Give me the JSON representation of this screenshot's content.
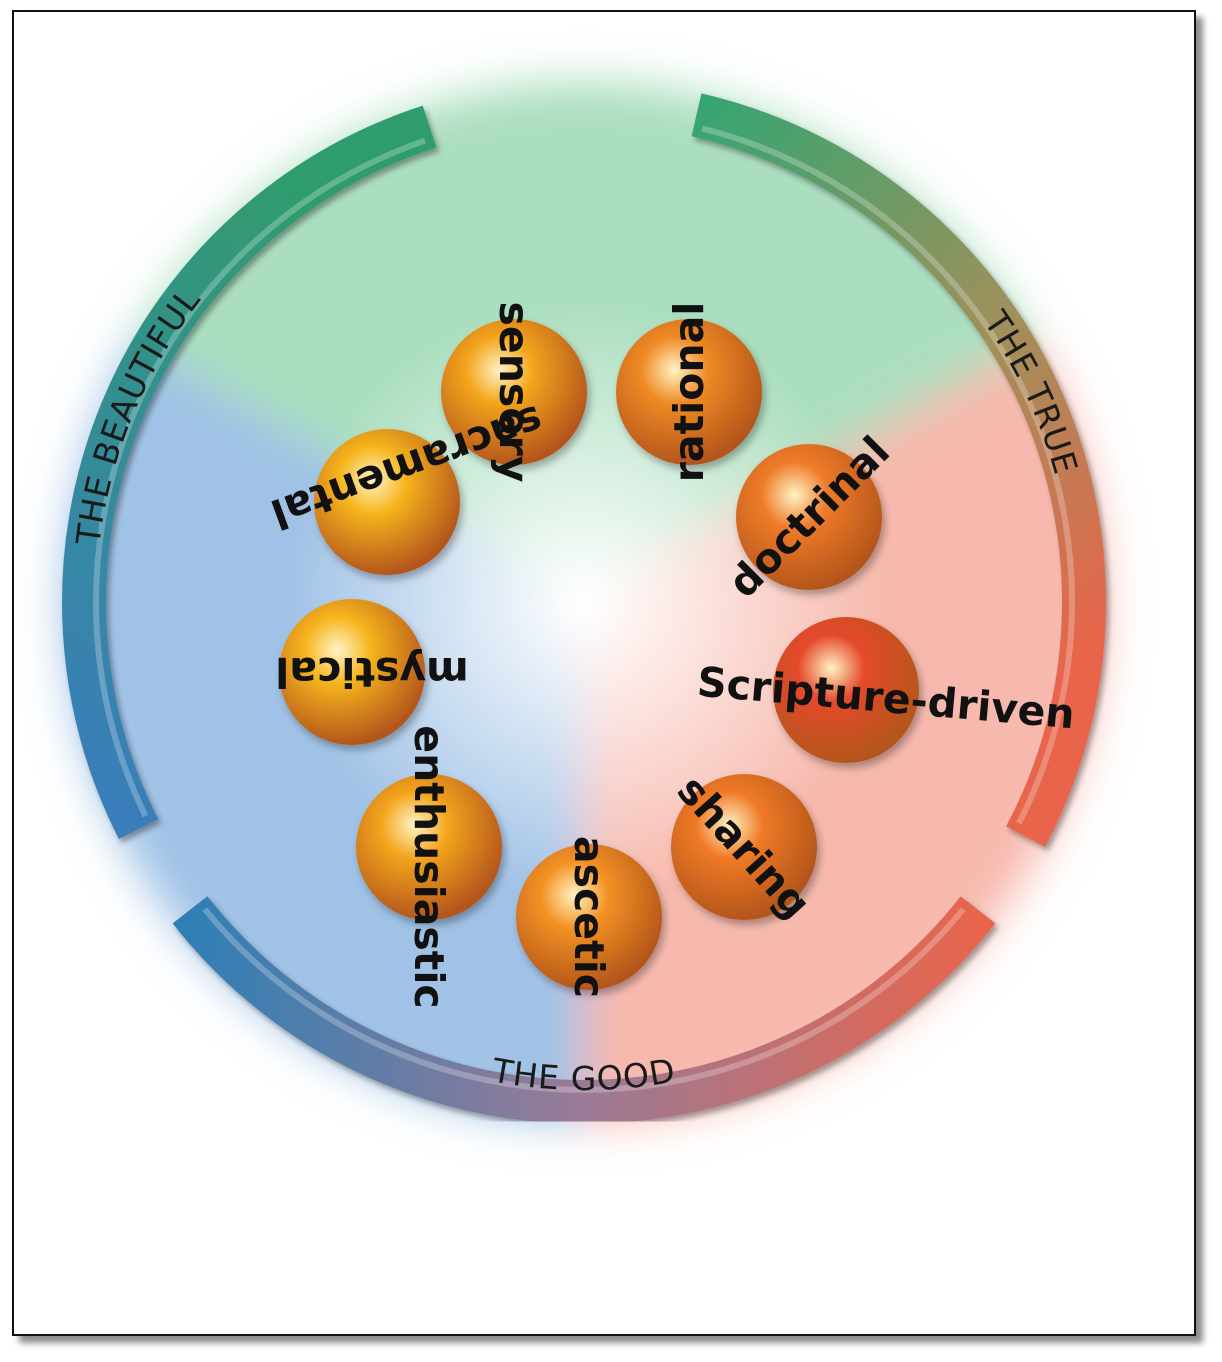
{
  "colors": {
    "true": "#3aa876",
    "good": "#e76a52",
    "beautiful": "#3d7fc2",
    "ball_gold": "#f4a81a",
    "ball_orange": "#ef7d24",
    "ball_red": "#e24a2a"
  },
  "arcs": [
    {
      "id": "beautiful",
      "label": "THE BEAUTIFUL",
      "color_from": "#3b7fc0",
      "color_to": "#2f9a6e"
    },
    {
      "id": "true",
      "label": "THE TRUE",
      "color_from": "#3aa876",
      "color_to": "#e66a52"
    },
    {
      "id": "good",
      "label": "THE GOOD",
      "color_from": "#e66a52",
      "color_to": "#2f7fb5"
    }
  ],
  "styles": [
    {
      "label": "sensory",
      "color": "#f3a51c"
    },
    {
      "label": "rational",
      "color": "#ef8a25"
    },
    {
      "label": "doctrinal",
      "color": "#ef7b2a"
    },
    {
      "label": "Scripture-driven",
      "color": "#e44a2c"
    },
    {
      "label": "sharing",
      "color": "#ef7a27"
    },
    {
      "label": "ascetic",
      "color": "#f39224"
    },
    {
      "label": "enthusiastic",
      "color": "#f3a51c"
    },
    {
      "label": "mystical",
      "color": "#f6b51e"
    },
    {
      "label": "sacramental",
      "color": "#f6b51e"
    }
  ]
}
